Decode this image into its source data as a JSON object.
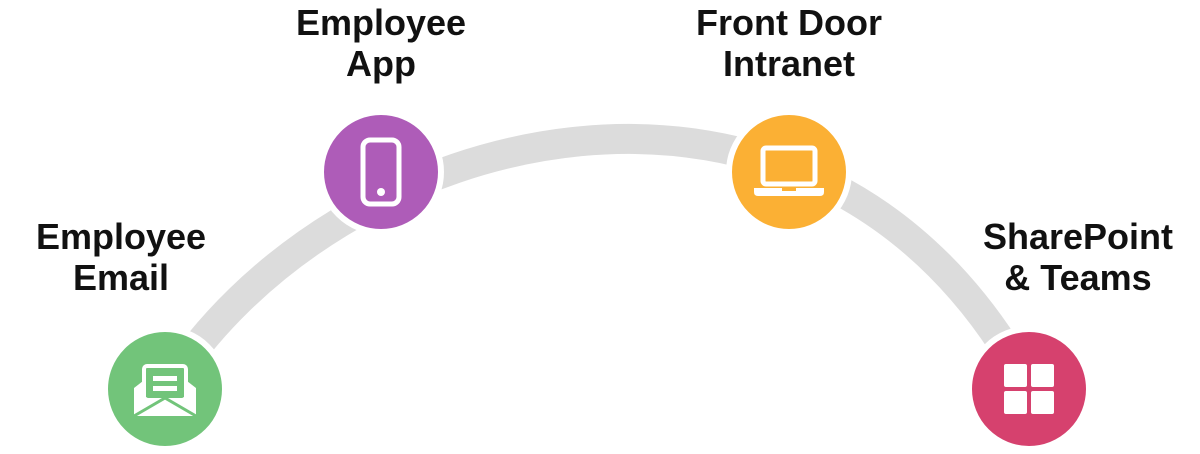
{
  "colors": {
    "arc": "#dcdcdc",
    "email": "#72c47a",
    "app": "#ae5cb8",
    "intranet": "#fbb034",
    "sharepoint": "#d6416e"
  },
  "channels": [
    {
      "key": "email",
      "icon": "envelope-icon",
      "line1": "Employee",
      "line2": "Email"
    },
    {
      "key": "app",
      "icon": "smartphone-icon",
      "line1": "Employee",
      "line2": "App"
    },
    {
      "key": "intranet",
      "icon": "laptop-icon",
      "line1": "Front Door",
      "line2": "Intranet"
    },
    {
      "key": "sharepoint",
      "icon": "grid-icon",
      "line1": "SharePoint",
      "line2": "& Teams"
    }
  ]
}
